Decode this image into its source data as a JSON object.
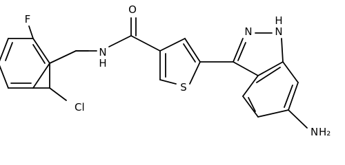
{
  "molecule": {
    "atom_labels": {
      "fluorine": "F",
      "chlorine": "Cl",
      "amide_nitrogen": "N",
      "amide_hydrogen": "H",
      "carbonyl_oxygen": "O",
      "thiophene_sulfur": "S",
      "indazole_n2": "N",
      "indazole_n1": "N",
      "indazole_nh_hydrogen": "H",
      "amino_nitrogen": "N",
      "amino_hydrogens": "H₂"
    },
    "line_color": "#000000"
  }
}
